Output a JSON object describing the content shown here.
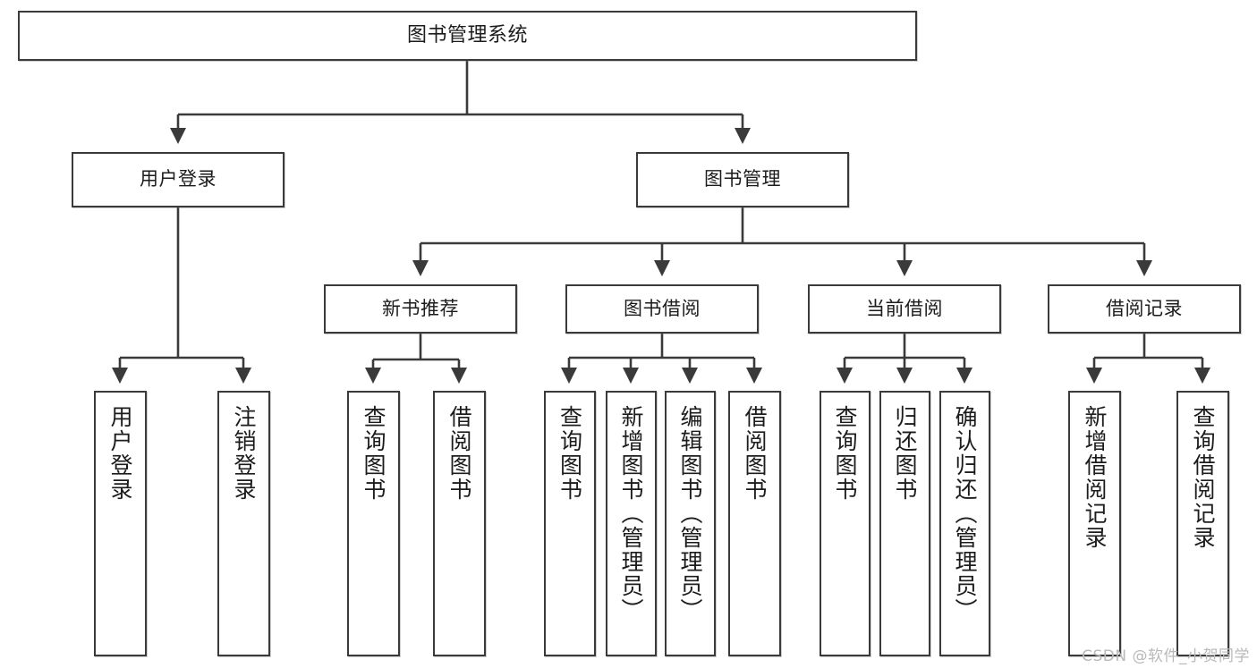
{
  "diagram": {
    "title": "图书管理系统",
    "type": "tree-hierarchy-chart",
    "watermark": "CSDN @软件_小贺同学",
    "colors": {
      "box_border": "#3a3a3a",
      "box_fill": "#ffffff",
      "connector": "#3a3a3a",
      "text": "#1c1c1c",
      "watermark": "#b9b9b9"
    },
    "root": {
      "label": "图书管理系统"
    },
    "level2": [
      {
        "label": "用户登录"
      },
      {
        "label": "图书管理"
      }
    ],
    "level3": [
      {
        "label": "新书推荐"
      },
      {
        "label": "图书借阅"
      },
      {
        "label": "当前借阅"
      },
      {
        "label": "借阅记录"
      }
    ],
    "leaves": {
      "user_login": [
        {
          "label": "用户登录"
        },
        {
          "label": "注销登录"
        }
      ],
      "new_book_recommend": [
        {
          "label": "查询图书"
        },
        {
          "label": "借阅图书"
        }
      ],
      "book_borrow": [
        {
          "label": "查询图书"
        },
        {
          "label": "新增图书（管理员）"
        },
        {
          "label": "编辑图书（管理员）"
        },
        {
          "label": "借阅图书"
        }
      ],
      "current_borrow": [
        {
          "label": "查询图书"
        },
        {
          "label": "归还图书"
        },
        {
          "label": "确认归还（管理员）"
        }
      ],
      "borrow_record": [
        {
          "label": "新增借阅记录"
        },
        {
          "label": "查询借阅记录"
        }
      ]
    }
  }
}
